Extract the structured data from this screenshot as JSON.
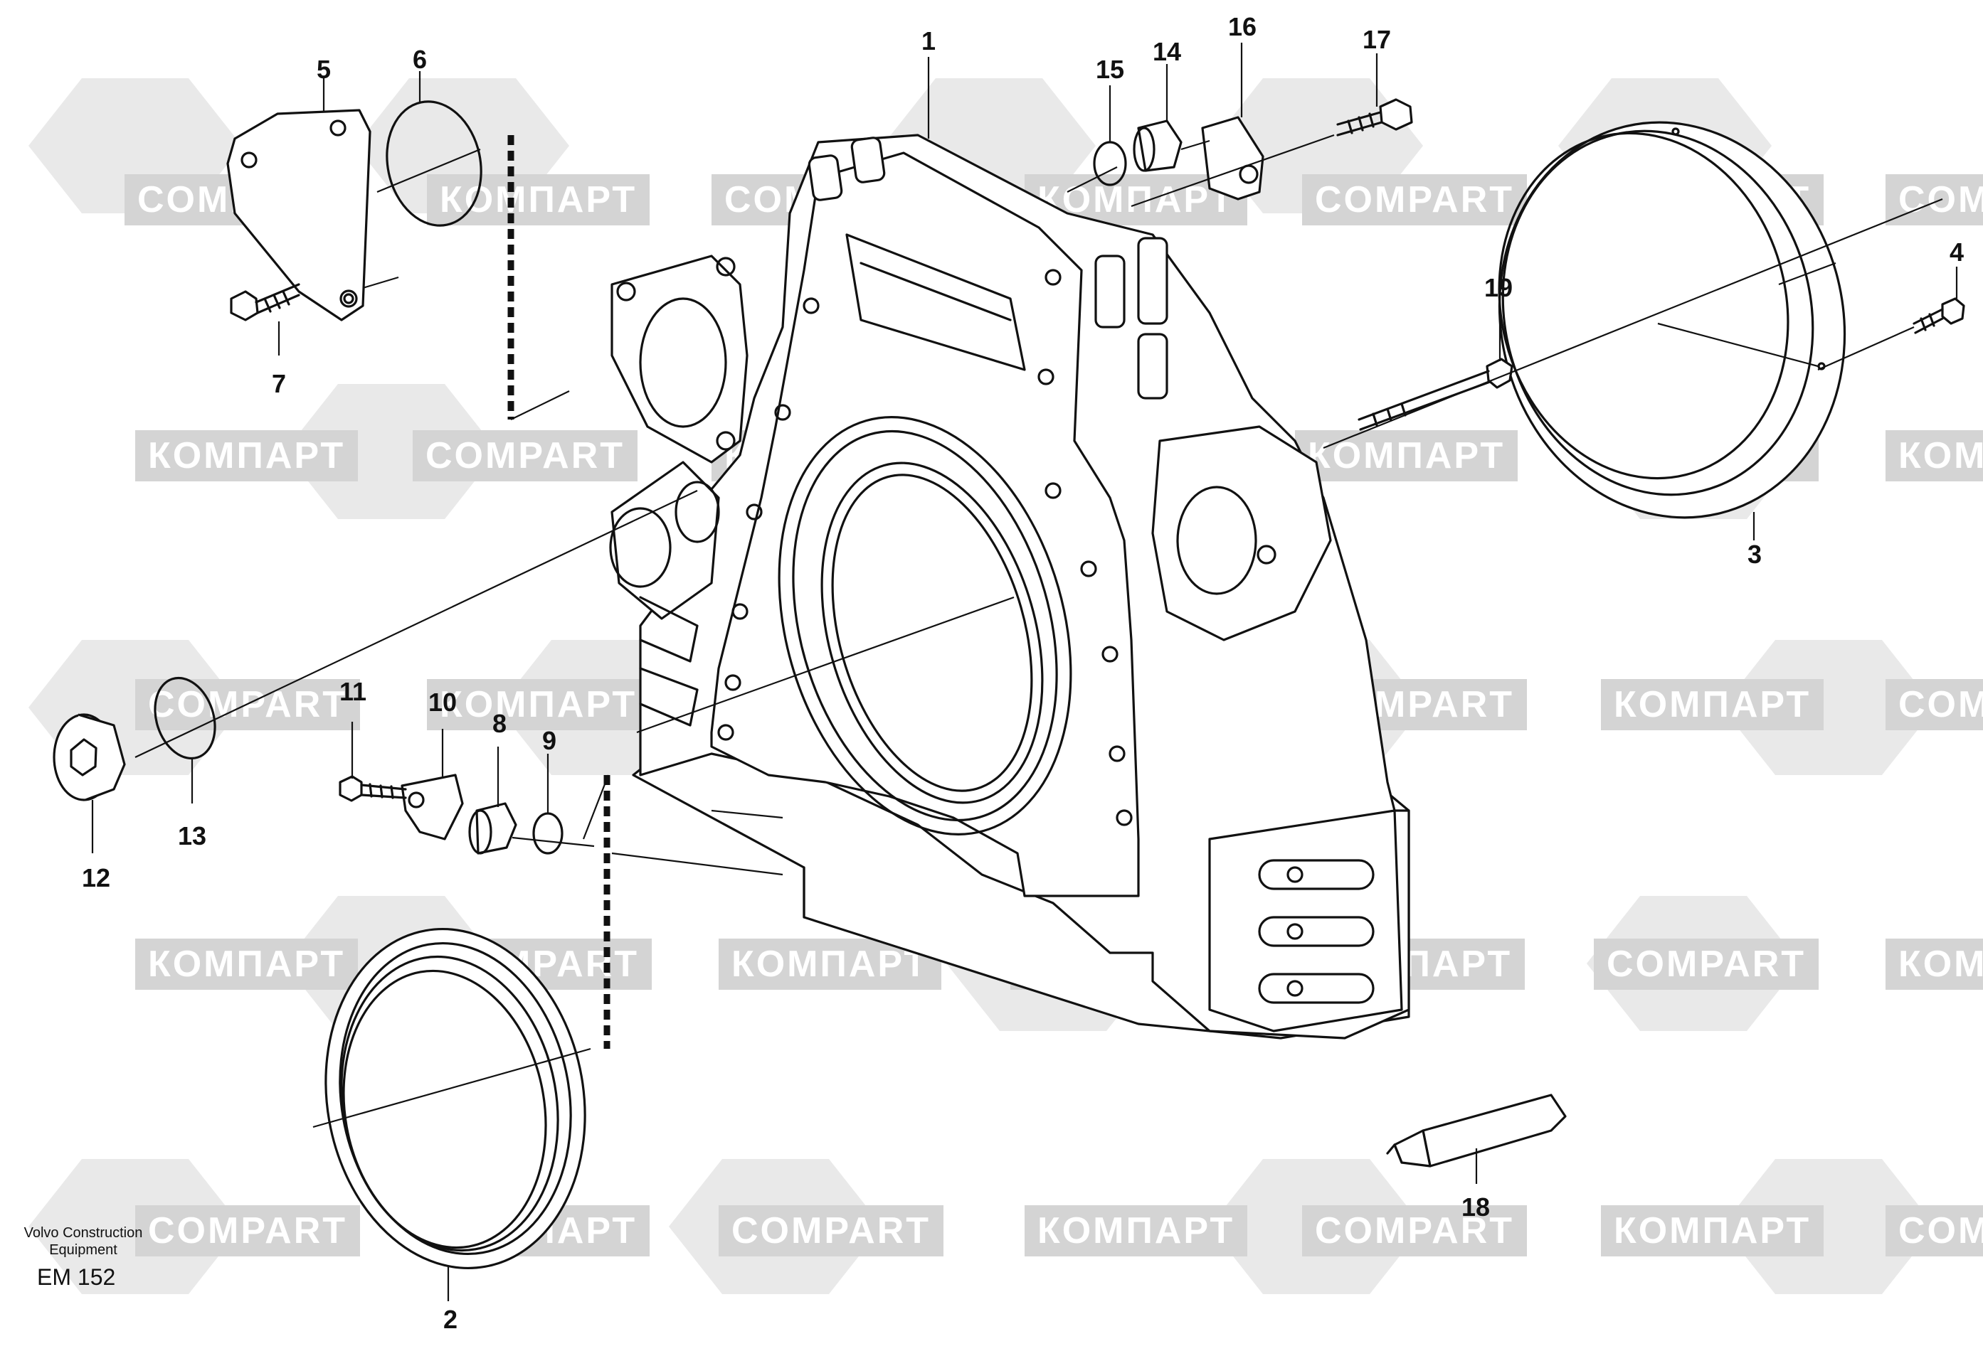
{
  "watermark": {
    "texts": [
      "КОМПАРТ",
      "COMPART"
    ]
  },
  "callouts": [
    {
      "number": "1"
    },
    {
      "number": "2"
    },
    {
      "number": "3"
    },
    {
      "number": "4"
    },
    {
      "number": "5"
    },
    {
      "number": "6"
    },
    {
      "number": "7"
    },
    {
      "number": "8"
    },
    {
      "number": "9"
    },
    {
      "number": "10"
    },
    {
      "number": "11"
    },
    {
      "number": "12"
    },
    {
      "number": "13"
    },
    {
      "number": "14"
    },
    {
      "number": "15"
    },
    {
      "number": "16"
    },
    {
      "number": "17"
    },
    {
      "number": "18"
    },
    {
      "number": "19"
    }
  ],
  "footer": {
    "brand": "Volvo Construction Equipment",
    "code": "EM 152"
  }
}
